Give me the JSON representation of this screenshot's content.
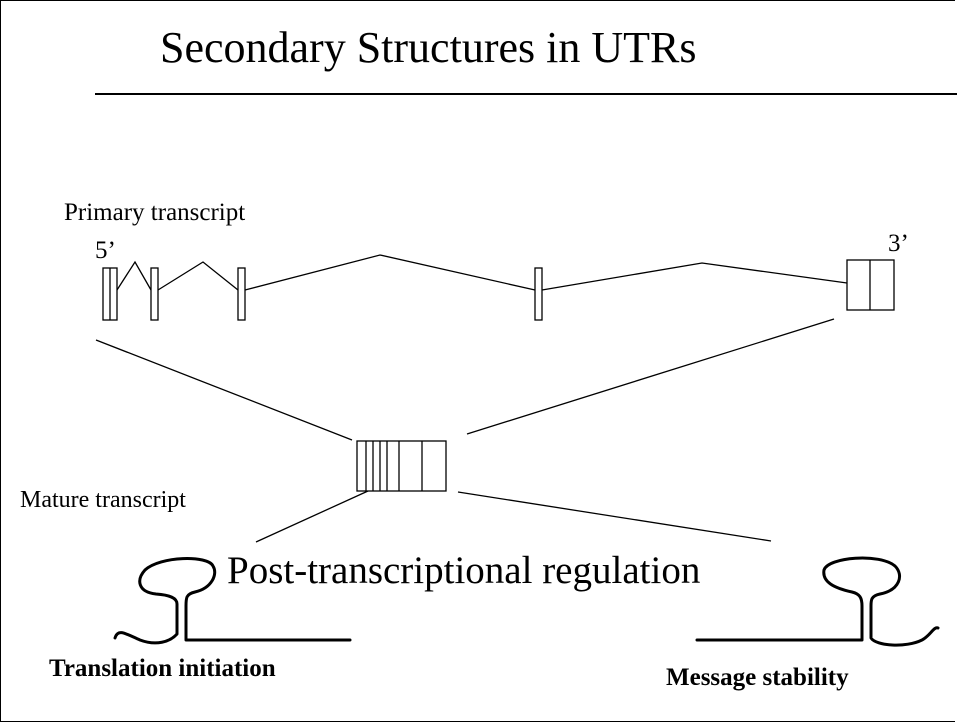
{
  "slide": {
    "title": "Secondary Structures in UTRs",
    "primary_label": "Primary transcript",
    "five_prime": "5’",
    "three_prime": "3’",
    "mature_label": "Mature transcript",
    "regulation_label": "Post-transcriptional regulation",
    "left_function": "Translation initiation",
    "right_function": "Message stability"
  }
}
